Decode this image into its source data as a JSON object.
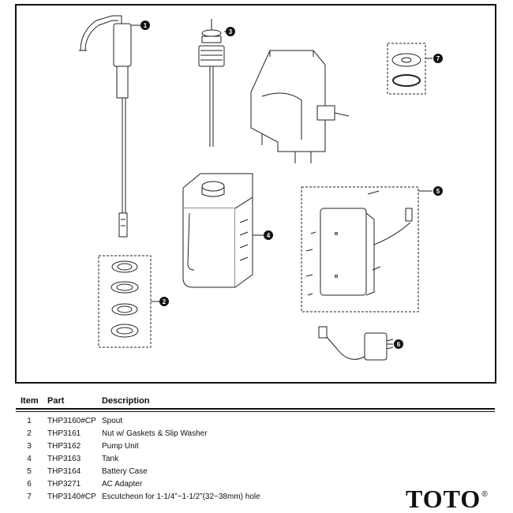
{
  "callouts": [
    "1",
    "2",
    "3",
    "4",
    "5",
    "6",
    "7"
  ],
  "table": {
    "headers": {
      "item": "Item",
      "part": "Part",
      "description": "Description"
    },
    "rows": [
      {
        "item": "1",
        "part": "THP3160#CP",
        "description": "Spout"
      },
      {
        "item": "2",
        "part": "THP3161",
        "description": "Nut w/ Gaskets & Slip Washer"
      },
      {
        "item": "3",
        "part": "THP3162",
        "description": "Pump Unit"
      },
      {
        "item": "4",
        "part": "THP3163",
        "description": "Tank"
      },
      {
        "item": "5",
        "part": "THP3164",
        "description": "Battery Case"
      },
      {
        "item": "6",
        "part": "THP3271",
        "description": "AC Adapter"
      },
      {
        "item": "7",
        "part": "THP3140#CP",
        "description": "Escutcheon for 1-1/4”~1-1/2”(32~38mm) hole"
      }
    ]
  },
  "logo": {
    "text": "TOTO",
    "mark": "®"
  }
}
